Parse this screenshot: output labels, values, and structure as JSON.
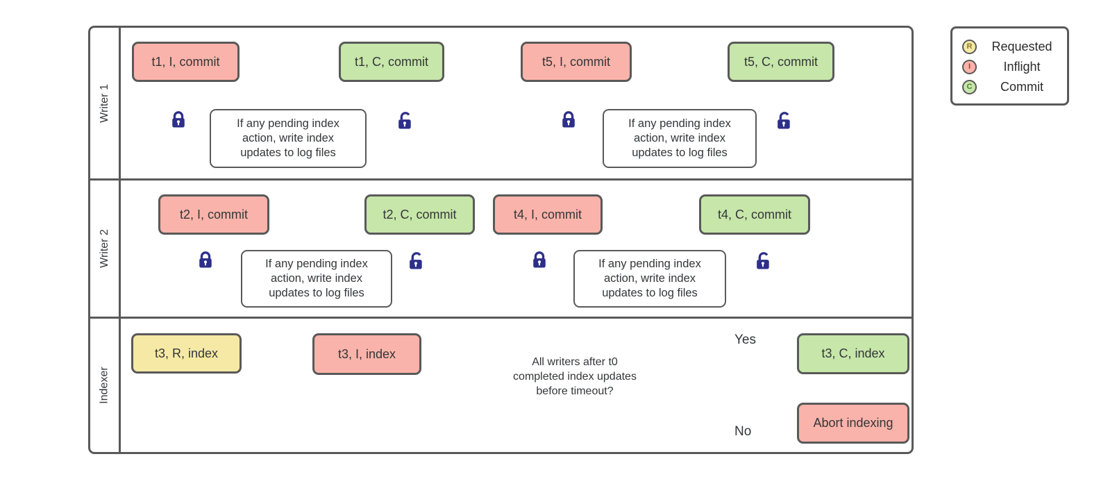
{
  "lanes": [
    {
      "label": "Writer 1"
    },
    {
      "label": "Writer 2"
    },
    {
      "label": "Indexer"
    }
  ],
  "writer1": {
    "t1_inflight": "t1, I, commit",
    "t1_pending": "If any pending index action, write index updates to log files",
    "t1_commit": "t1, C, commit",
    "t5_inflight": "t5, I, commit",
    "t5_pending": "If any pending index action, write index updates to log files",
    "t5_commit": "t5, C, commit"
  },
  "writer2": {
    "t2_inflight": "t2, I, commit",
    "t2_pending": "If any pending index action, write index updates to log files",
    "t2_commit": "t2, C, commit",
    "t4_inflight": "t4, I, commit",
    "t4_pending": "If any pending index action, write index updates to log files",
    "t4_commit": "t4, C, commit"
  },
  "indexer": {
    "t3_requested": "t3, R, index",
    "t3_inflight": "t3, I, index",
    "decision": "All writers after t0 completed index updates before timeout?",
    "yes_label": "Yes",
    "no_label": "No",
    "t3_commit": "t3, C, index",
    "abort": "Abort indexing"
  },
  "legend": {
    "items": [
      {
        "letter": "R",
        "label": "Requested",
        "fill": "#F6E9A5",
        "letter_color": "#8C7B2A"
      },
      {
        "letter": "I",
        "label": "Inflight",
        "fill": "#FAB3AA",
        "letter_color": "#B0352C"
      },
      {
        "letter": "C",
        "label": "Commit",
        "fill": "#C7E6AA",
        "letter_color": "#4E7E34"
      }
    ]
  },
  "colors": {
    "inflight_fill": "#FAB3AA",
    "commit_fill": "#C7E6AA",
    "requested_fill": "#F6E9A5",
    "shape_border": "#595959",
    "connector": "#6E6E6E",
    "lock": "#2D2F8A",
    "text": "#333638"
  }
}
